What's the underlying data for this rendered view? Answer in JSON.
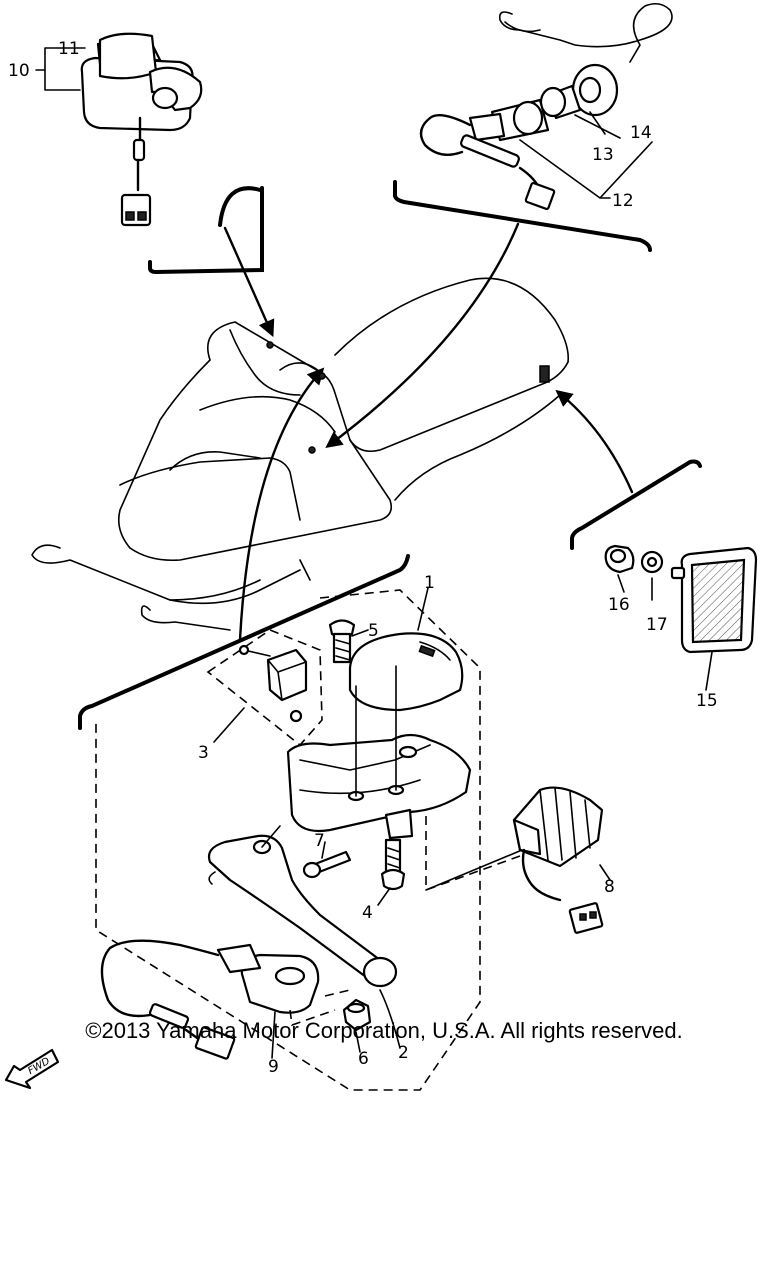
{
  "diagram": {
    "callouts": [
      "1",
      "2",
      "3",
      "4",
      "5",
      "6",
      "7",
      "8",
      "9",
      "10",
      "11",
      "12",
      "13",
      "14",
      "15",
      "16",
      "17"
    ],
    "direction_label": "FWD",
    "icons": [
      "snowmobile-body",
      "starter-switch",
      "throttle-lever",
      "relay",
      "tail-reflector",
      "main-switch",
      "forward-arrow-icon"
    ]
  },
  "footer": {
    "copyright": "©2013 Yamaha Motor Corporation, U.S.A. All rights reserved."
  }
}
